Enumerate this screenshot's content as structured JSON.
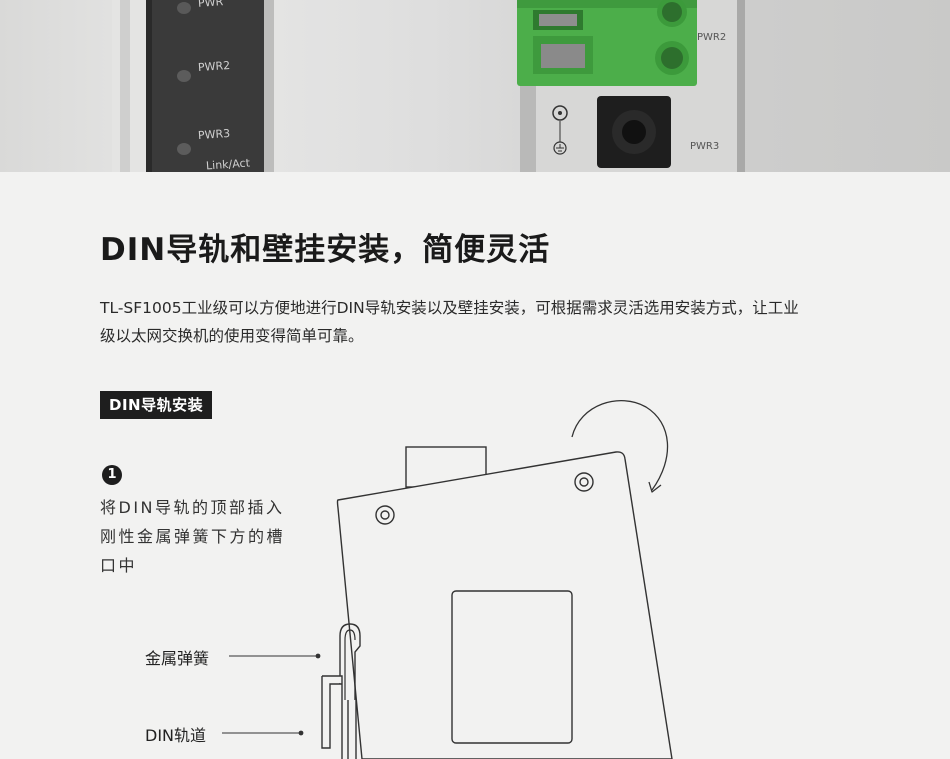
{
  "photo": {
    "left_panel_labels": [
      "PWR",
      "PWR2",
      "PWR3",
      "Link/Act"
    ],
    "right_panel_labels": [
      "PWR2",
      "PWR3"
    ],
    "colors": {
      "terminal_green": "#4cae4a",
      "panel_dark": "#3a3a3a",
      "metal": "#d6d6d6"
    }
  },
  "title": "DIN导轨和壁挂安装，简便灵活",
  "intro": "TL-SF1005工业级可以方便地进行DIN导轨安装以及壁挂安装，可根据需求灵活选用安装方式，让工业级以太网交换机的使用变得简单可靠。",
  "section_badge": "DIN导轨安装",
  "step": {
    "number": "1",
    "text": "将DIN导轨的顶部插入刚性金属弹簧下方的槽口中"
  },
  "callouts": {
    "spring": "金属弹簧",
    "rail": "DIN轨道"
  }
}
